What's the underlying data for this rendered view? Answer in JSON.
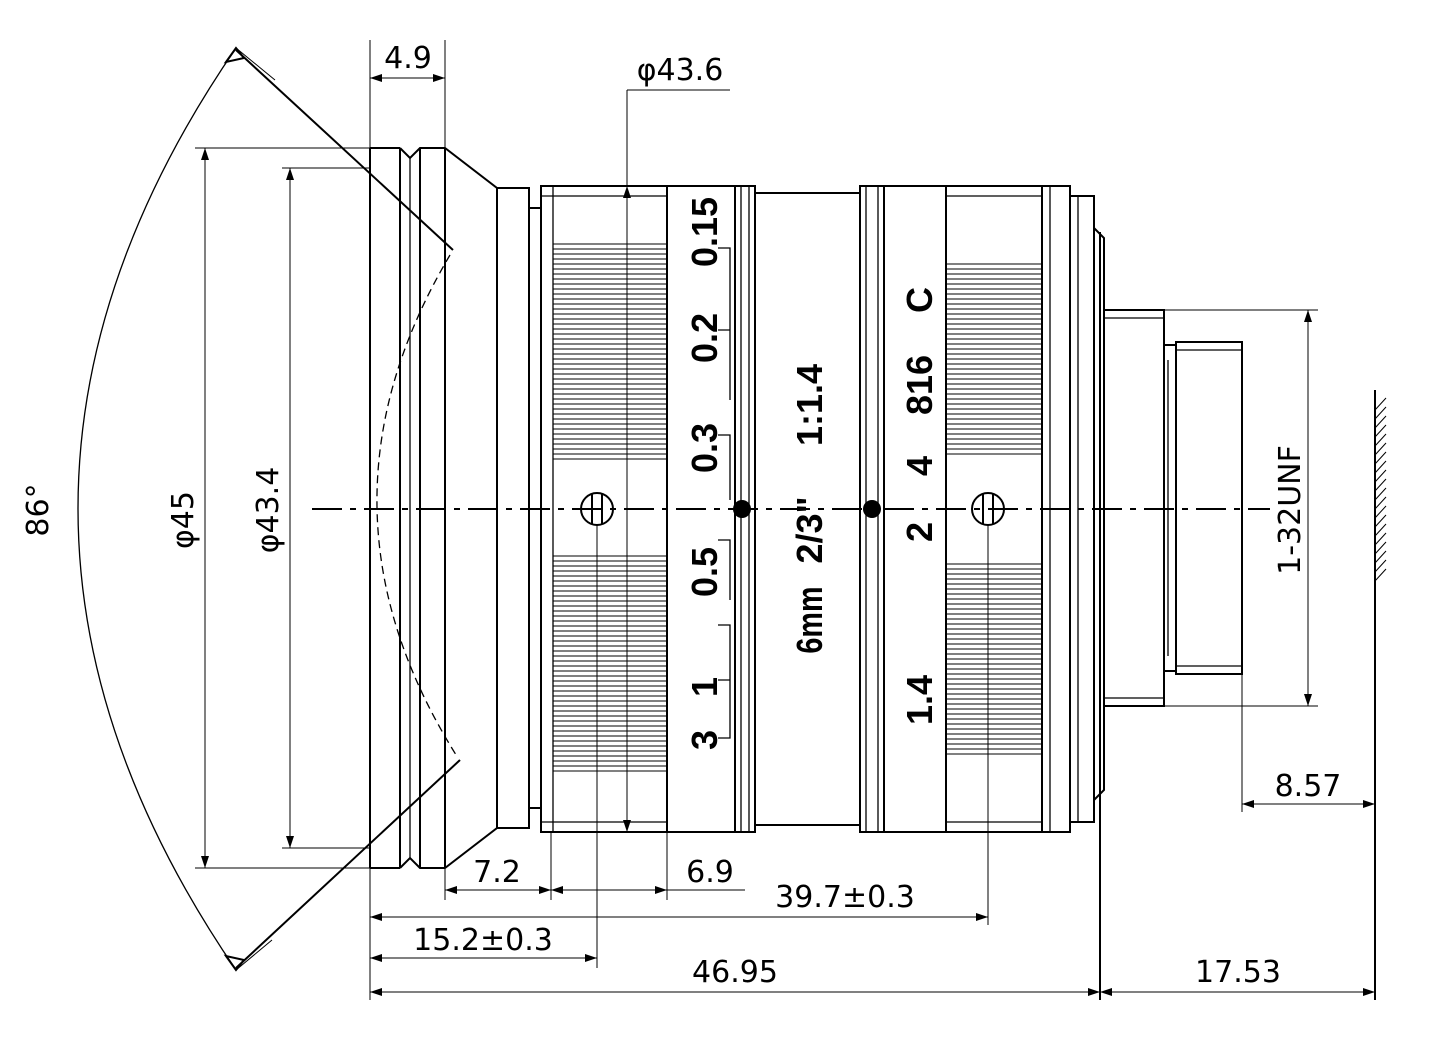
{
  "dimensions": {
    "front_flange": "4.9",
    "knurl_diameter": "φ43.6",
    "body_diameter": "φ45",
    "front_diameter": "φ43.4",
    "field_angle": "86°",
    "front_barrel": "7.2",
    "focus_ring": "6.9",
    "iris_screw_pos": "39.7±0.3",
    "focus_screw_pos": "15.2±0.3",
    "overall_length": "46.95",
    "flange_back": "17.53",
    "mount_length": "8.57",
    "thread": "1-32UNF"
  },
  "focus_scale": [
    "0.15",
    "0.2",
    "0.3",
    "0.5",
    "1",
    "3"
  ],
  "label": {
    "focal": "6mm",
    "format": "2/3\"",
    "aperture_ratio": "1:1.4",
    "mount": "C"
  },
  "iris_scale": [
    "816",
    "4",
    "2",
    "1.4"
  ]
}
